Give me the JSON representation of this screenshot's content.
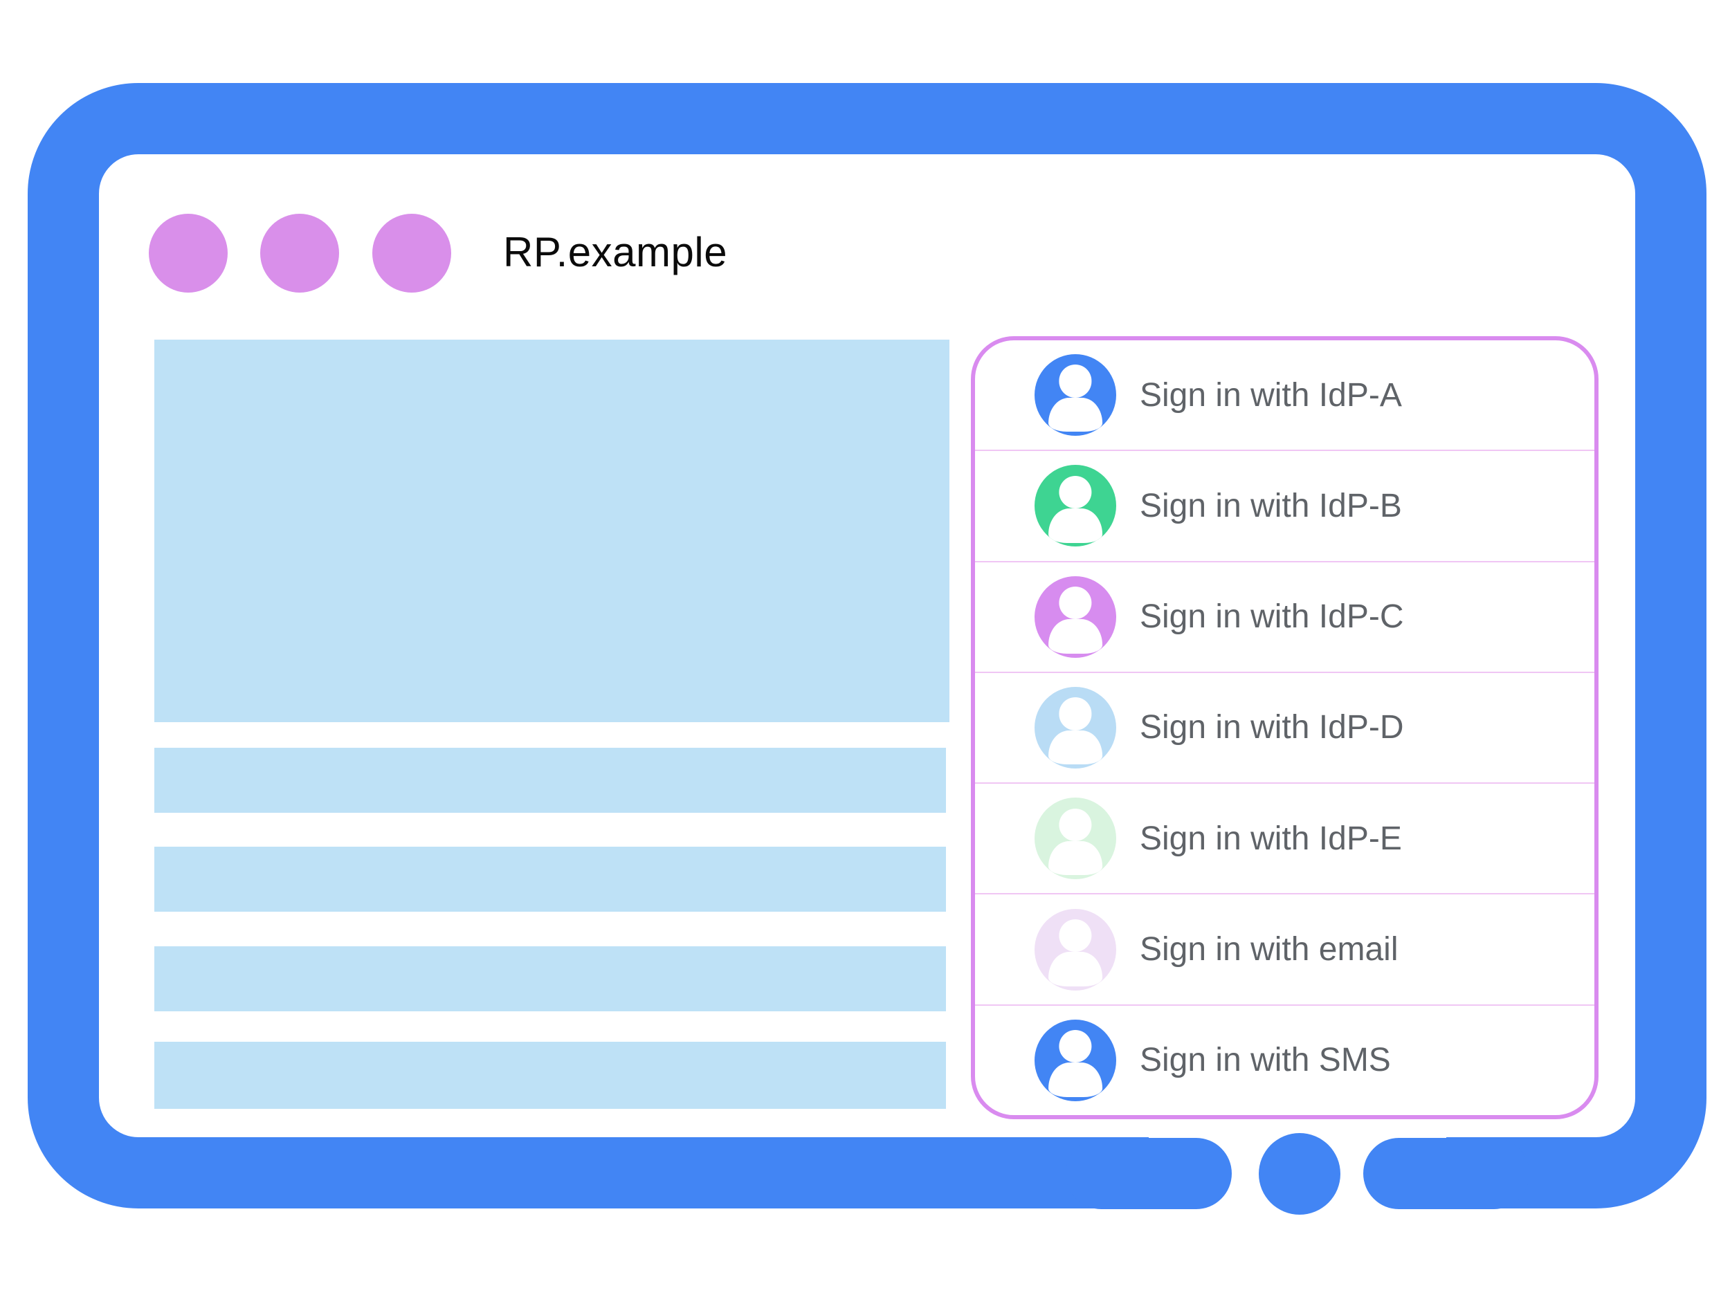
{
  "window": {
    "title": "RP.example",
    "controls_count": 3
  },
  "signin_panel": {
    "items": [
      {
        "label": "Sign in with IdP-A",
        "avatar_color": "#4285F4"
      },
      {
        "label": "Sign in with IdP-B",
        "avatar_color": "#3ED492"
      },
      {
        "label": "Sign in with IdP-C",
        "avatar_color": "#D78CEF"
      },
      {
        "label": "Sign in with IdP-D",
        "avatar_color": "#B9DCF5"
      },
      {
        "label": "Sign in with IdP-E",
        "avatar_color": "#D9F4DF"
      },
      {
        "label": "Sign in with email",
        "avatar_color": "#EFE0F6"
      },
      {
        "label": "Sign in with SMS",
        "avatar_color": "#4285F4"
      }
    ]
  },
  "colors": {
    "frame_blue": "#4285F4",
    "window_dot_purple": "#D98FEA",
    "panel_border_pink": "#D98BEF",
    "panel_divider_pink": "#F0C6F4",
    "placeholder_blue": "#BEE1F6",
    "label_gray": "#5F6368"
  }
}
